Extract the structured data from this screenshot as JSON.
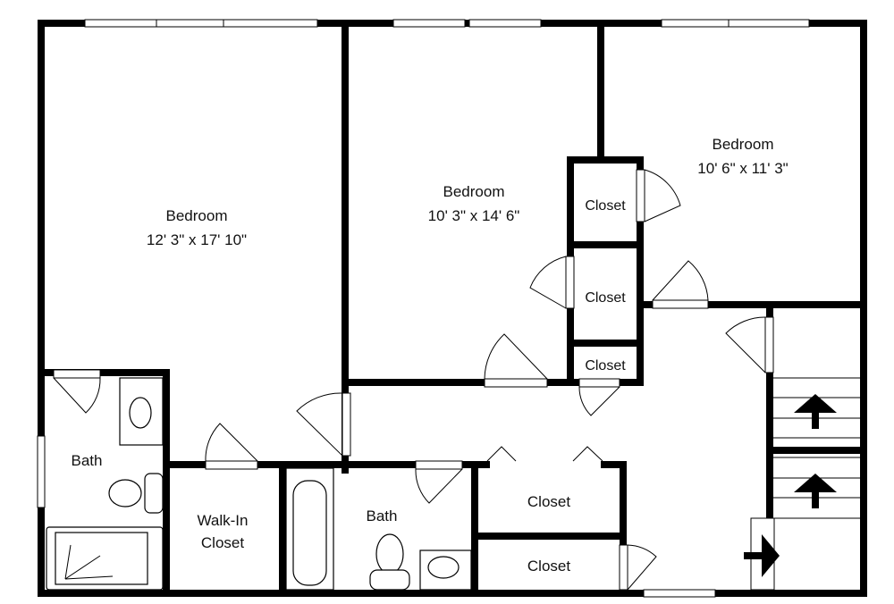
{
  "rooms": {
    "bedroom_main": {
      "name": "Bedroom",
      "size": "12' 3\" x 17' 10\""
    },
    "bedroom_middle": {
      "name": "Bedroom",
      "size": "10' 3\" x 14' 6\""
    },
    "bedroom_right": {
      "name": "Bedroom",
      "size": "10' 6\" x 11' 3\""
    },
    "closet_1": "Closet",
    "closet_2": "Closet",
    "closet_3": "Closet",
    "closet_4": "Closet",
    "closet_5": "Closet",
    "bath_left": "Bath",
    "bath_center": "Bath",
    "walkin_line1": "Walk-In",
    "walkin_line2": "Closet"
  }
}
